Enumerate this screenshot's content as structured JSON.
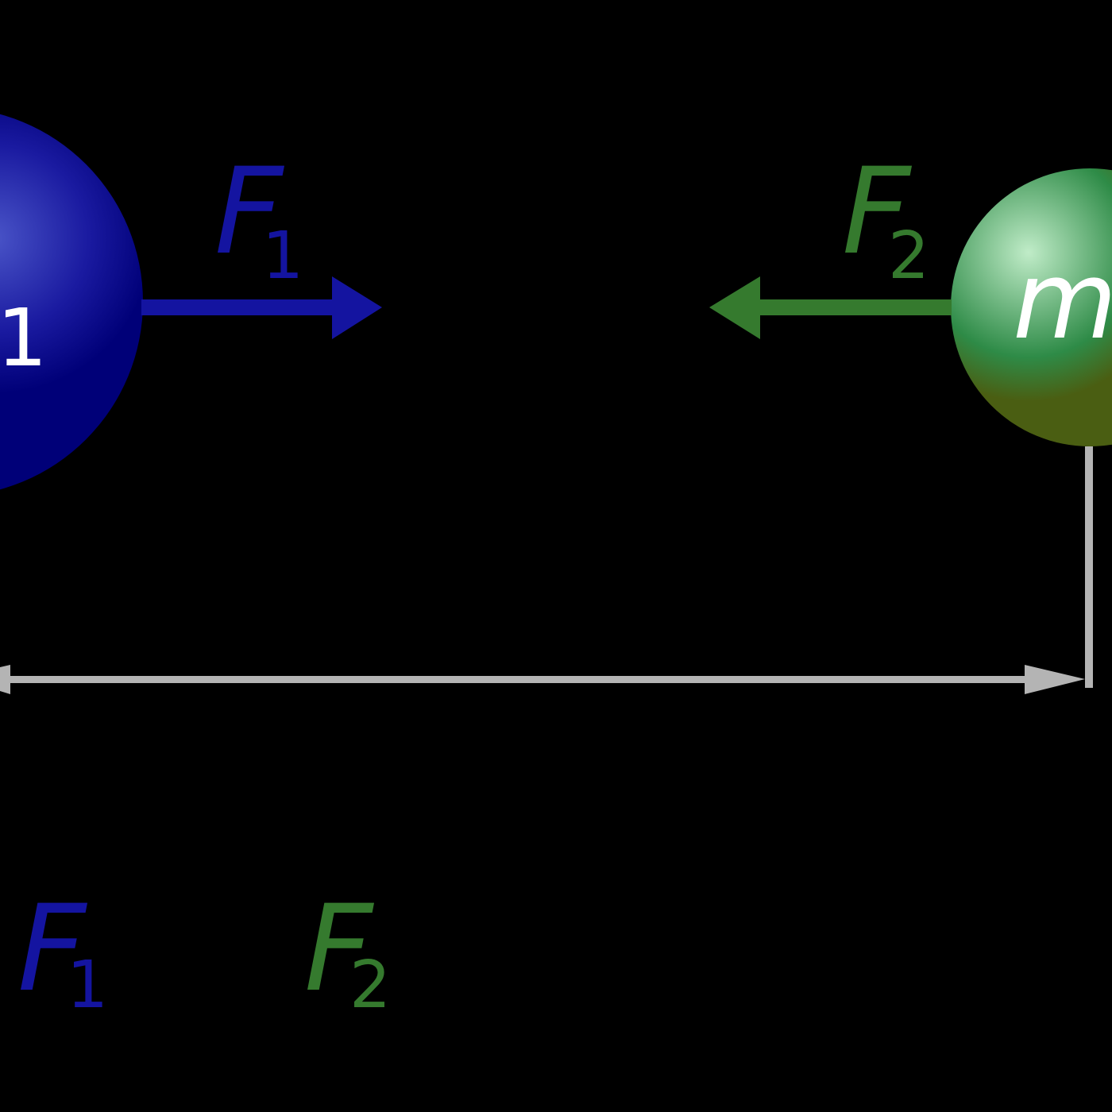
{
  "diagram": {
    "title": "Newton's law of universal gravitation",
    "background": "#000000",
    "bodies": [
      {
        "id": "m1",
        "label_visible": "1",
        "colors": {
          "highlight": "#4a55c8",
          "mid": "#1a1aa0",
          "base": "#000078"
        }
      },
      {
        "id": "m2",
        "label_visible": "m",
        "colors": {
          "highlight": "#c0ecc8",
          "mid": "#2e8b47",
          "base": "#4a5e12"
        }
      }
    ],
    "forces": [
      {
        "id": "F1",
        "symbol": "F",
        "subscript": "1",
        "direction": "right",
        "color": "#1414a0"
      },
      {
        "id": "F2",
        "symbol": "F",
        "subscript": "2",
        "direction": "left",
        "color": "#357a2e"
      }
    ],
    "distance": {
      "label": "",
      "color": "#b4b4b4"
    },
    "legend": [
      {
        "symbol": "F",
        "subscript": "1",
        "color": "#1414a0"
      },
      {
        "symbol": "F",
        "subscript": "2",
        "color": "#357a2e"
      }
    ],
    "label_color": "#ffffff"
  }
}
